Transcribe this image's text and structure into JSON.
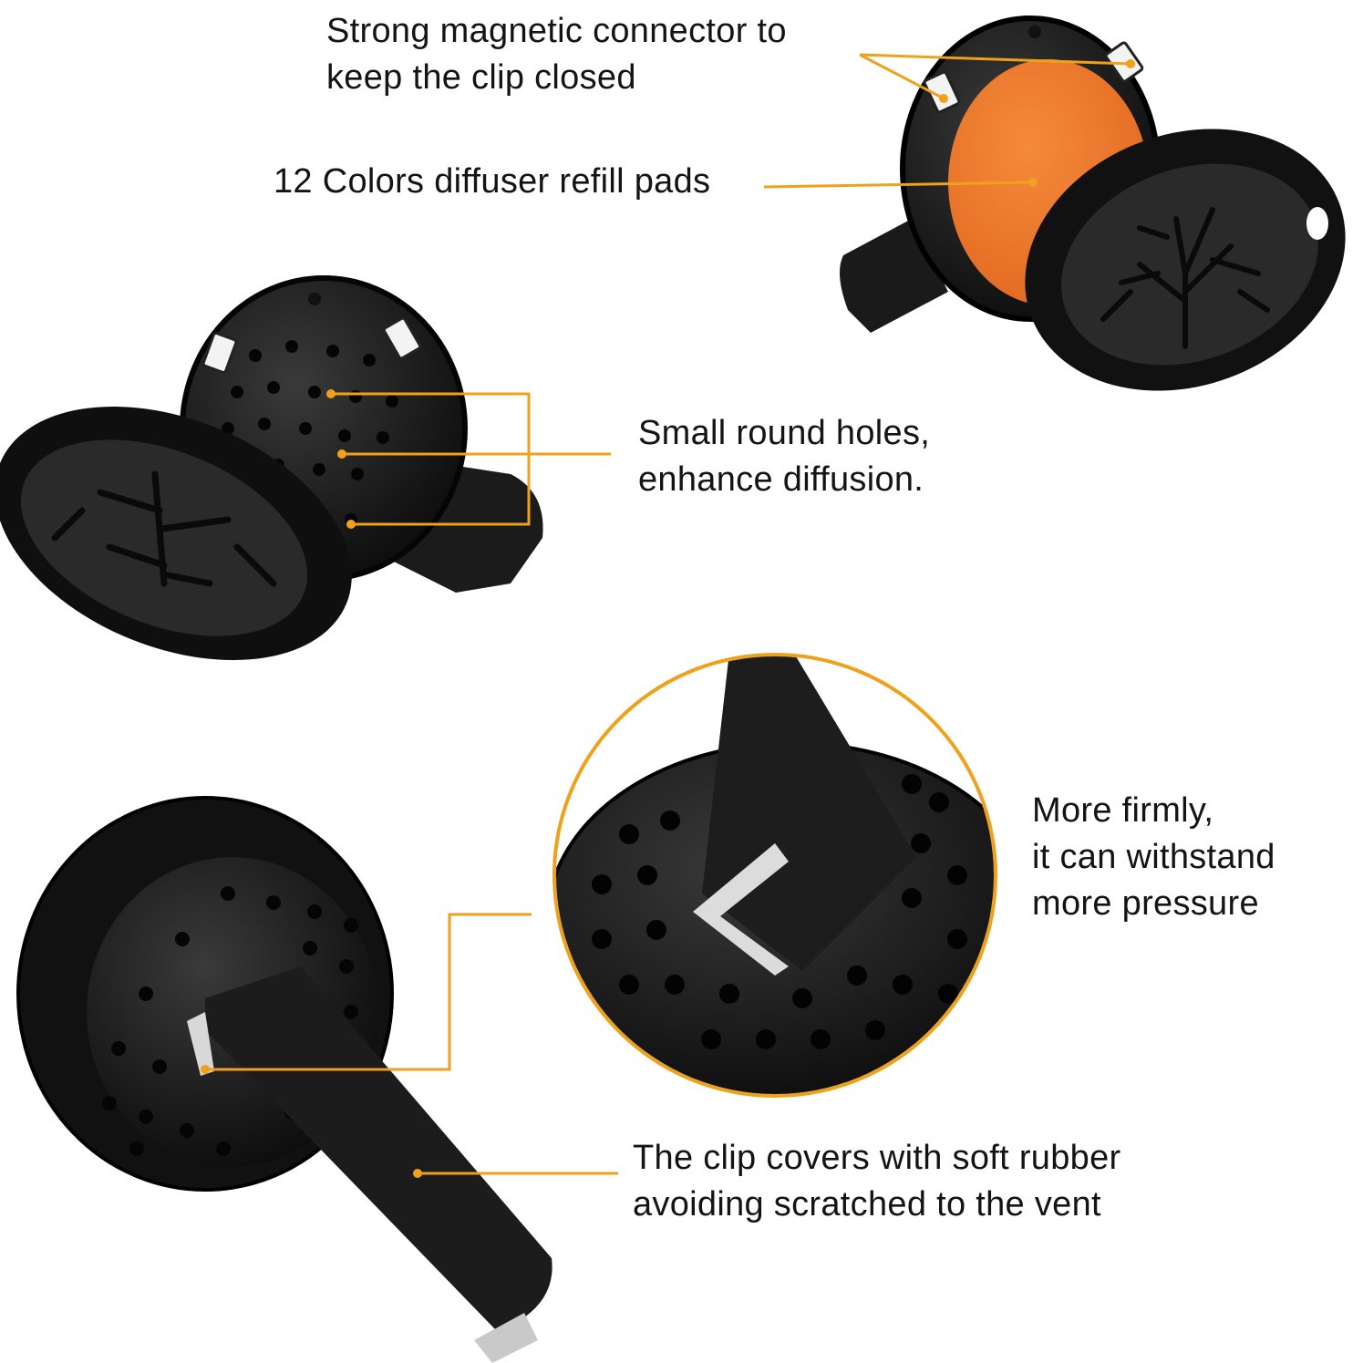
{
  "annotations": [
    {
      "id": "magnetic-connector",
      "text": "Strong magnetic connector to\nkeep the clip closed"
    },
    {
      "id": "refill-pads",
      "text": "12 Colors diffuser refill pads"
    },
    {
      "id": "round-holes",
      "text": "Small round holes,\nenhance diffusion."
    },
    {
      "id": "firm-clip",
      "text": "More firmly,\nit can withstand\nmore pressure"
    },
    {
      "id": "rubber-clip",
      "text": "The clip covers with soft rubber\navoiding scratched to the vent"
    }
  ],
  "colors": {
    "leader_line": "#f0a11c",
    "pad": "#f07a2e",
    "device": "#151515"
  }
}
